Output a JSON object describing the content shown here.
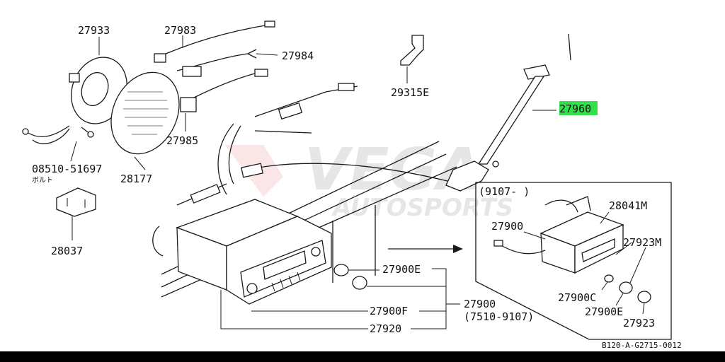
{
  "watermark": {
    "line1": "VEGA",
    "line2": "AUTOSPORTS"
  },
  "parts": {
    "speaker": "27933",
    "speaker_grille": "28177",
    "speaker_screw": "08510-51697",
    "speaker_screw_note": "ボルト",
    "bracket_small": "28037",
    "harness_top": "27983",
    "harness_mid": "27984",
    "harness_lower": "27985",
    "antenna_bracket": "29315E",
    "antenna": "27960",
    "radio_knob_e": "27900E",
    "radio_knob_f": "27900F",
    "radio_assembly": "27900",
    "radio_assembly_range": "(7510-9107)",
    "radio_panel": "27920"
  },
  "inset": {
    "period": "(9107-   )",
    "harness": "28041M",
    "radio": "27900",
    "nut_m": "27923M",
    "washer": "27900C",
    "knob_e": "27900E",
    "knob": "27923"
  },
  "footer_code": "B120-A-G2715-0012",
  "highlight_color": "#32e04a"
}
